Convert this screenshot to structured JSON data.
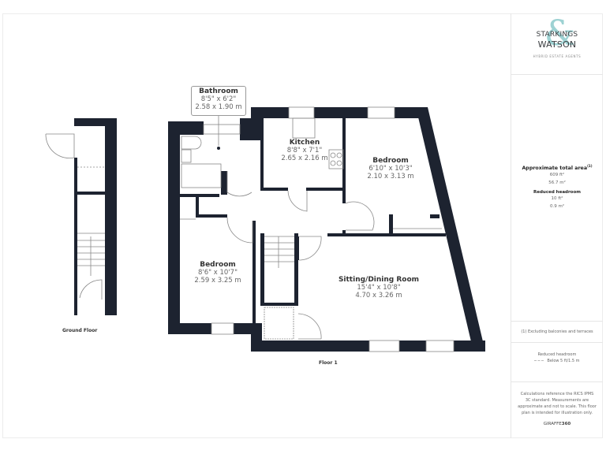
{
  "brand": {
    "name_line1": "STARKINGS",
    "name_line2": "WATSON",
    "ampersand": "&",
    "tagline": "HYBRID ESTATE AGENTS",
    "accent_color": "#8ecbcc"
  },
  "summary": {
    "area_title": "Approximate total area",
    "area_footnote_mark": "(1)",
    "area_ft": "609 ft²",
    "area_m": "56.7 m²",
    "reduced_title": "Reduced headroom",
    "reduced_ft": "10 ft²",
    "reduced_m": "0.9 m²"
  },
  "footnote": "(1) Excluding balconies and terraces",
  "legend": {
    "title": "Reduced headroom",
    "item": "Below 5 ft/1.5 m"
  },
  "disclaimer": "Calculations reference the RICS IPMS 3C standard. Measurements are approximate and not to scale. This floor plan is intended for illustration only.",
  "credit": {
    "prefix": "GIRAFFE",
    "suffix": "360"
  },
  "floors": [
    {
      "label": "Ground Floor"
    },
    {
      "label": "Floor 1"
    }
  ],
  "rooms": {
    "bathroom": {
      "name": "Bathroom",
      "imperial": "8'5\" x 6'2\"",
      "metric": "2.58 x 1.90 m"
    },
    "kitchen": {
      "name": "Kitchen",
      "imperial": "8'8\" x 7'1\"",
      "metric": "2.65 x 2.16 m"
    },
    "bedroom1": {
      "name": "Bedroom",
      "imperial": "6'10\" x 10'3\"",
      "metric": "2.10 x 3.13 m"
    },
    "bedroom2": {
      "name": "Bedroom",
      "imperial": "8'6\" x 10'7\"",
      "metric": "2.59 x 3.25 m"
    },
    "sitting": {
      "name": "Sitting/Dining Room",
      "imperial": "15'4\" x 10'8\"",
      "metric": "4.70 x 3.26 m"
    }
  },
  "colors": {
    "wall": "#1d2330",
    "line": "#888888"
  }
}
